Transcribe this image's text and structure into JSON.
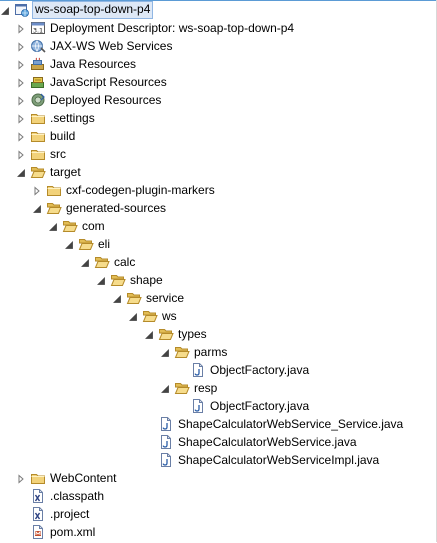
{
  "tree": {
    "items": [
      {
        "label": "ws-soap-top-down-p4",
        "depth": 0,
        "arrow": "open",
        "icon": "web-project-icon",
        "selected": true
      },
      {
        "label": "Deployment Descriptor: ws-soap-top-down-p4",
        "depth": 1,
        "arrow": "closed",
        "icon": "deployment-descriptor-icon"
      },
      {
        "label": "JAX-WS Web Services",
        "depth": 1,
        "arrow": "closed",
        "icon": "jax-ws-icon"
      },
      {
        "label": "Java Resources",
        "depth": 1,
        "arrow": "closed",
        "icon": "java-resources-icon"
      },
      {
        "label": "JavaScript Resources",
        "depth": 1,
        "arrow": "closed",
        "icon": "javascript-resources-icon"
      },
      {
        "label": "Deployed Resources",
        "depth": 1,
        "arrow": "closed",
        "icon": "deployed-resources-icon"
      },
      {
        "label": ".settings",
        "depth": 1,
        "arrow": "closed",
        "icon": "folder-icon"
      },
      {
        "label": "build",
        "depth": 1,
        "arrow": "closed",
        "icon": "folder-icon"
      },
      {
        "label": "src",
        "depth": 1,
        "arrow": "closed",
        "icon": "folder-icon"
      },
      {
        "label": "target",
        "depth": 1,
        "arrow": "open",
        "icon": "folder-open-icon"
      },
      {
        "label": "cxf-codegen-plugin-markers",
        "depth": 2,
        "arrow": "closed",
        "icon": "folder-icon"
      },
      {
        "label": "generated-sources",
        "depth": 2,
        "arrow": "open",
        "icon": "folder-open-icon"
      },
      {
        "label": "com",
        "depth": 3,
        "arrow": "open",
        "icon": "folder-open-icon"
      },
      {
        "label": "eli",
        "depth": 4,
        "arrow": "open",
        "icon": "folder-open-icon"
      },
      {
        "label": "calc",
        "depth": 5,
        "arrow": "open",
        "icon": "folder-open-icon"
      },
      {
        "label": "shape",
        "depth": 6,
        "arrow": "open",
        "icon": "folder-open-icon"
      },
      {
        "label": "service",
        "depth": 7,
        "arrow": "open",
        "icon": "folder-open-icon"
      },
      {
        "label": "ws",
        "depth": 8,
        "arrow": "open",
        "icon": "folder-open-icon"
      },
      {
        "label": "types",
        "depth": 9,
        "arrow": "open",
        "icon": "folder-open-icon"
      },
      {
        "label": "parms",
        "depth": 10,
        "arrow": "open",
        "icon": "folder-open-icon"
      },
      {
        "label": "ObjectFactory.java",
        "depth": 11,
        "arrow": "none",
        "icon": "java-file-icon"
      },
      {
        "label": "resp",
        "depth": 10,
        "arrow": "open",
        "icon": "folder-open-icon"
      },
      {
        "label": "ObjectFactory.java",
        "depth": 11,
        "arrow": "none",
        "icon": "java-file-icon"
      },
      {
        "label": "ShapeCalculatorWebService_Service.java",
        "depth": 9,
        "arrow": "none",
        "icon": "java-file-icon"
      },
      {
        "label": "ShapeCalculatorWebService.java",
        "depth": 9,
        "arrow": "none",
        "icon": "java-file-icon"
      },
      {
        "label": "ShapeCalculatorWebServiceImpl.java",
        "depth": 9,
        "arrow": "none",
        "icon": "java-file-icon"
      },
      {
        "label": "WebContent",
        "depth": 1,
        "arrow": "closed",
        "icon": "folder-icon"
      },
      {
        "label": ".classpath",
        "depth": 1,
        "arrow": "none",
        "icon": "xml-file-icon"
      },
      {
        "label": ".project",
        "depth": 1,
        "arrow": "none",
        "icon": "xml-file-icon"
      },
      {
        "label": "pom.xml",
        "depth": 1,
        "arrow": "none",
        "icon": "pom-file-icon"
      }
    ]
  },
  "colors": {
    "folder": "#e8c766",
    "folder_edge": "#b58b2a",
    "arrow": "#7a7a7a",
    "selection_bg": "#dde8f6",
    "selection_border": "#90b6e3"
  }
}
